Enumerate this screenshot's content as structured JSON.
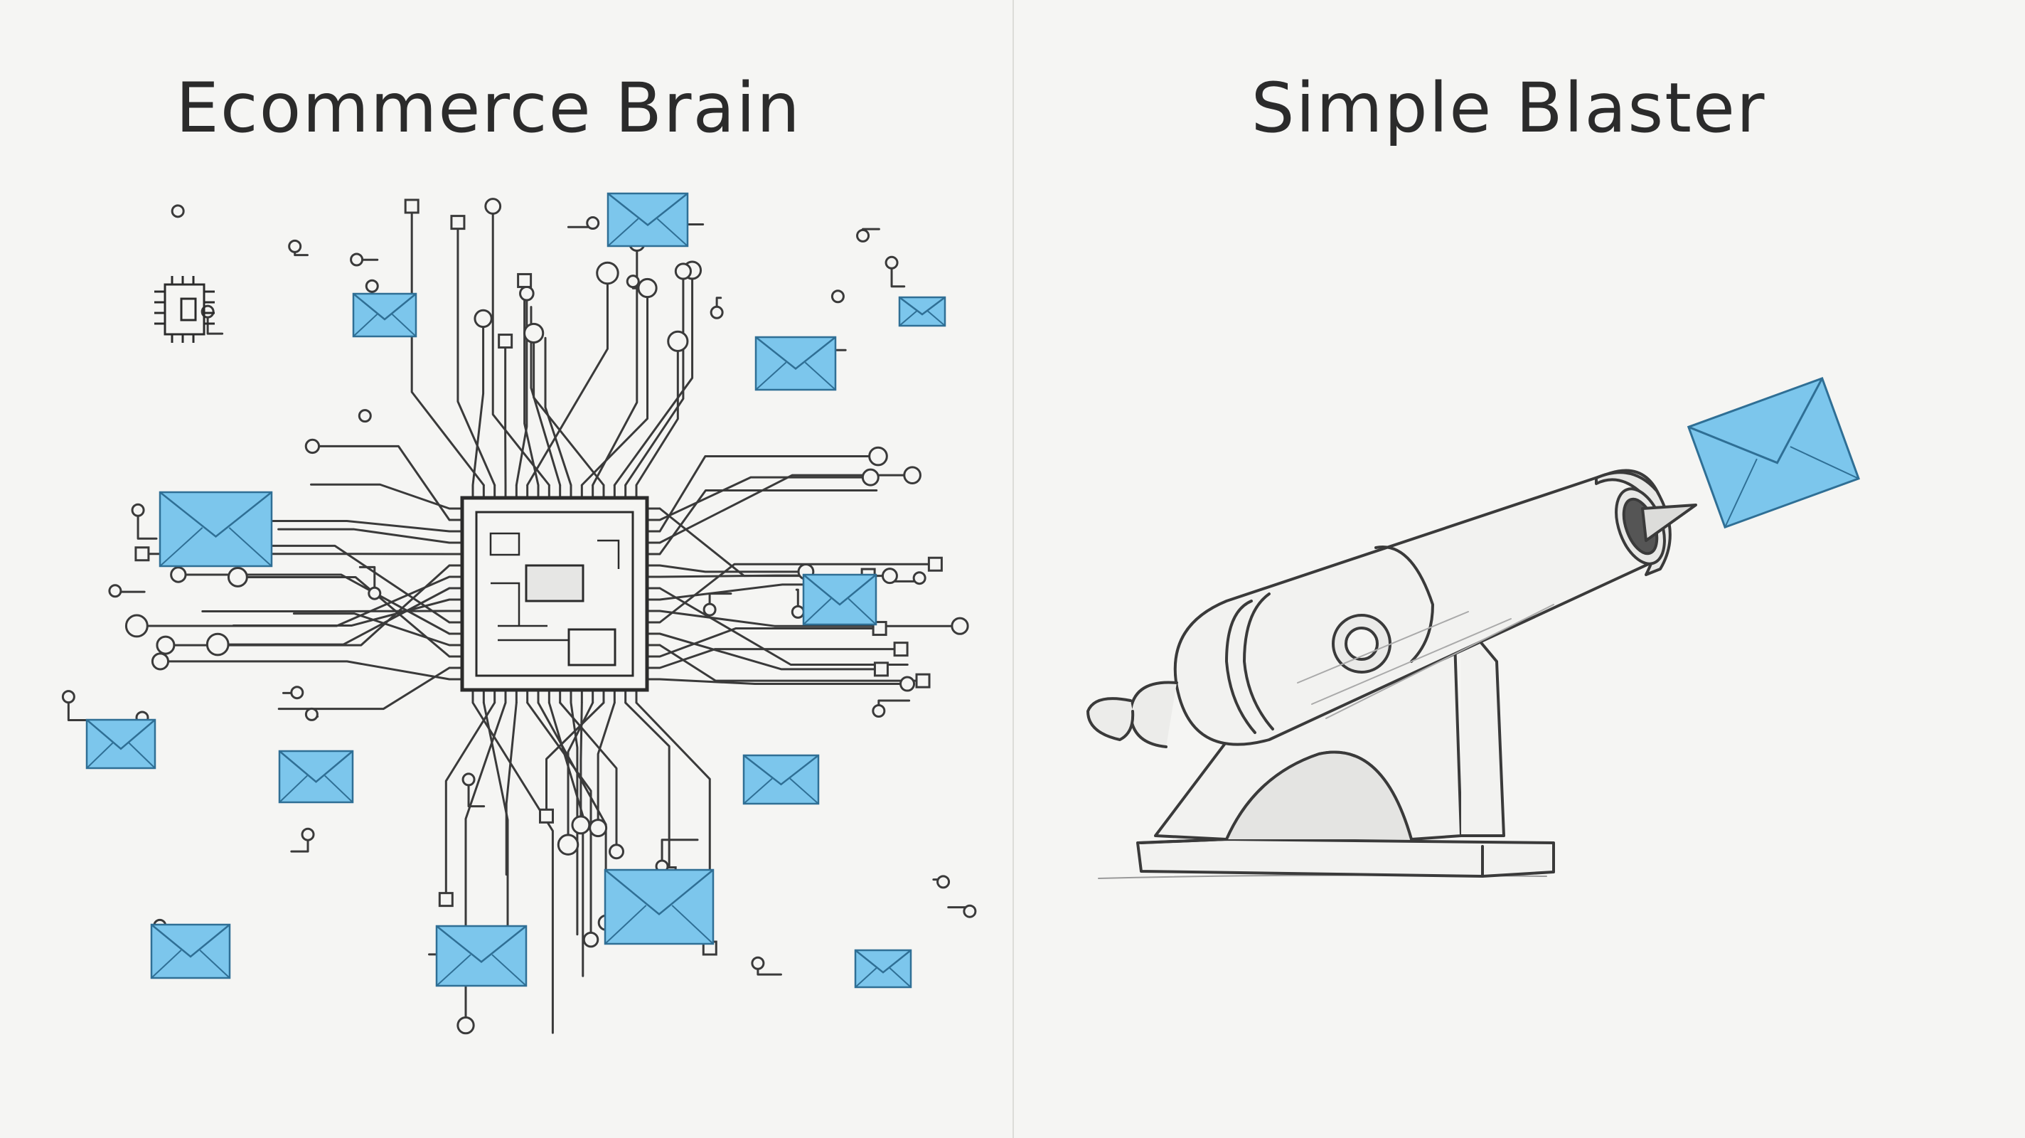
{
  "diagram": {
    "left_panel": {
      "title": "Ecommerce Brain",
      "illustration": "circuit-board-with-email-envelopes"
    },
    "right_panel": {
      "title": "Simple Blaster",
      "illustration": "cannon-firing-email-envelope"
    },
    "colors": {
      "background": "#f5f5f3",
      "ink": "#2b2b2b",
      "envelope_fill": "#7cc6ec",
      "divider": "#dcdcd8"
    }
  }
}
